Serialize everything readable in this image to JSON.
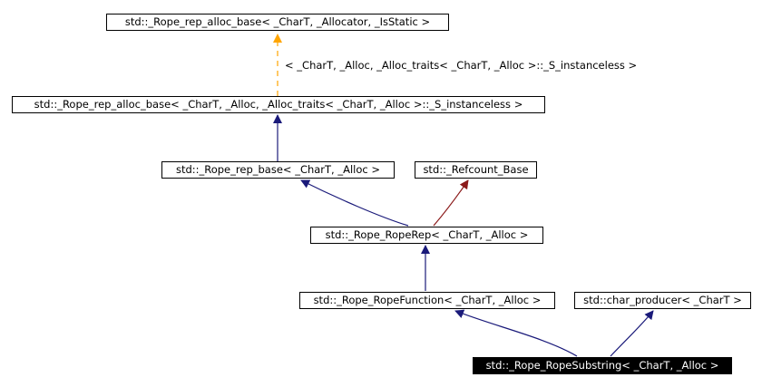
{
  "colors": {
    "inherit_edge": "#1a1a7a",
    "virtual_edge": "#8b1a1a",
    "template_edge": "#ffa500"
  },
  "nodes": {
    "alloc_base_generic": "std::_Rope_rep_alloc_base< _CharT, _Allocator, _IsStatic >",
    "alloc_base_instance": "std::_Rope_rep_alloc_base< _CharT, _Alloc, _Alloc_traits< _CharT, _Alloc >::_S_instanceless >",
    "rep_base": "std::_Rope_rep_base< _CharT, _Alloc >",
    "refcount_base": "std::_Refcount_Base",
    "rope_rep": "std::_Rope_RopeRep< _CharT, _Alloc >",
    "rope_function": "std::_Rope_RopeFunction< _CharT, _Alloc >",
    "char_producer": "std::char_producer< _CharT >",
    "rope_substring": "std::_Rope_RopeSubstring< _CharT, _Alloc >"
  },
  "edge_labels": {
    "template_args": "< _CharT, _Alloc, _Alloc_traits< _CharT, _Alloc >::_S_instanceless >"
  }
}
